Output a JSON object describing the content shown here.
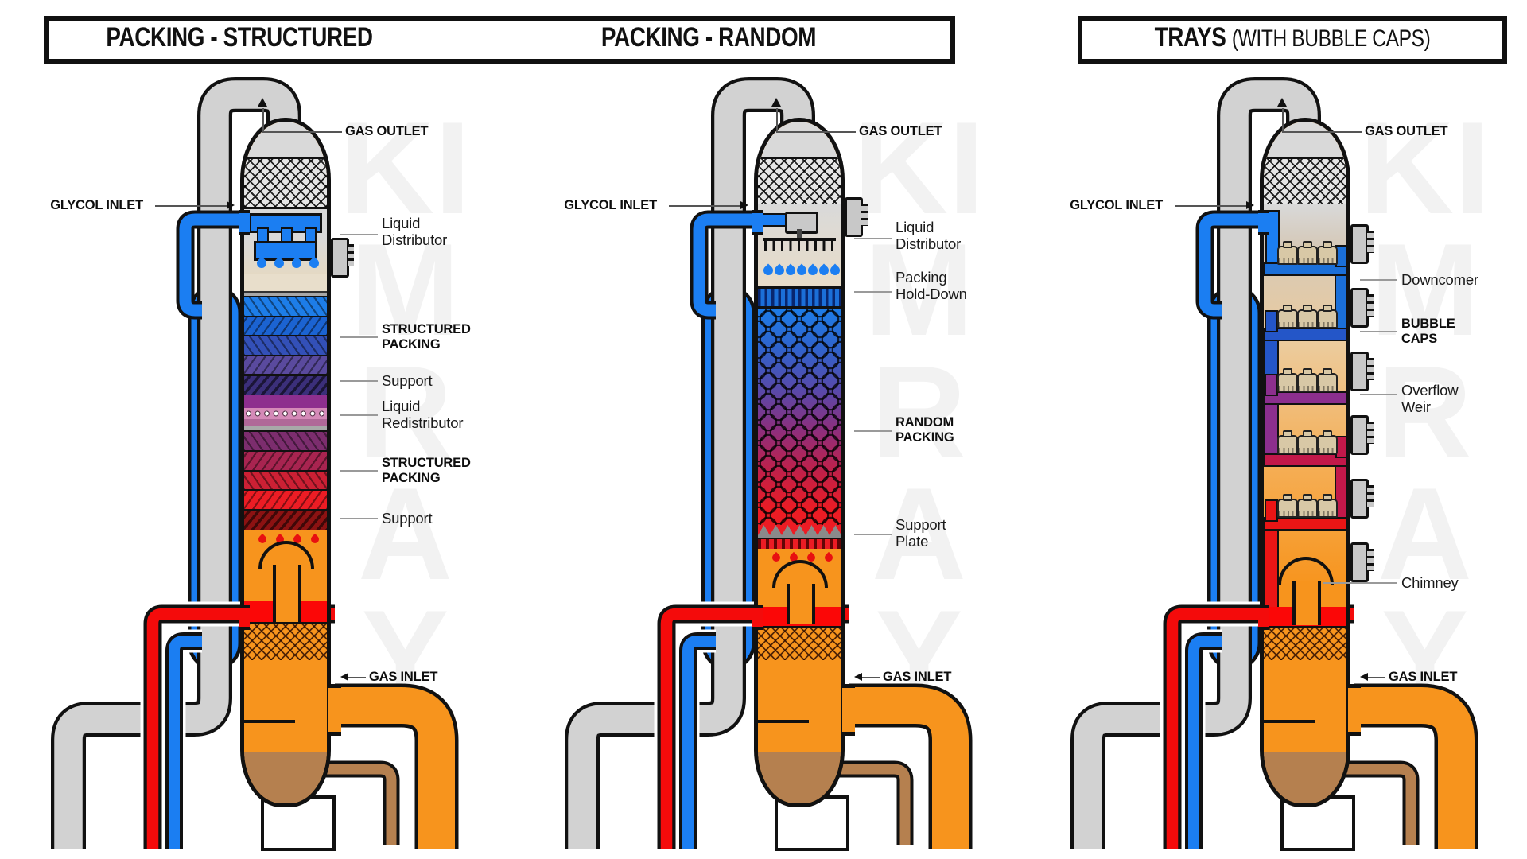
{
  "header": {
    "packing_box": {
      "left_title": "PACKING - STRUCTURED",
      "right_title": "PACKING - RANDOM"
    },
    "trays_box": {
      "title": "TRAYS",
      "subtitle": "(WITH BUBBLE CAPS)"
    }
  },
  "watermark": "KIMRAY",
  "shared_labels": {
    "gas_outlet": "GAS OUTLET",
    "glycol_inlet": "GLYCOL INLET",
    "gas_inlet": "GAS INLET"
  },
  "structured_column": {
    "liquid_distributor": "Liquid Distributor",
    "structured_packing_upper": "STRUCTURED PACKING",
    "support_upper": "Support",
    "liquid_redistributor": "Liquid Redistributor",
    "structured_packing_lower": "STRUCTURED PACKING",
    "support_lower": "Support"
  },
  "random_column": {
    "liquid_distributor": "Liquid Distributor",
    "packing_hold_down": "Packing Hold-Down",
    "random_packing": "RANDOM PACKING",
    "support_plate": "Support Plate"
  },
  "trays_column": {
    "downcomer": "Downcomer",
    "bubble_caps": "BUBBLE CAPS",
    "overflow_weir": "Overflow Weir",
    "chimney": "Chimney"
  },
  "colors": {
    "glycol_blue": "#1b7ef2",
    "rich_glycol_red": "#f40b0b",
    "gas_orange": "#f7941d",
    "pipe_gray": "#d2d2d2",
    "drain_brown": "#b5804f",
    "outline_black": "#111111"
  }
}
